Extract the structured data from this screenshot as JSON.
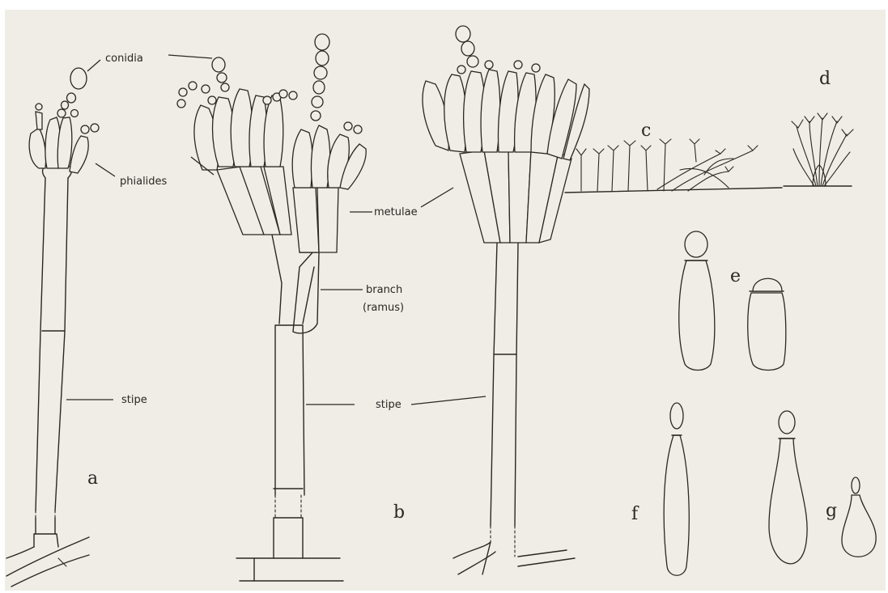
{
  "figure": {
    "labels": {
      "conidia": "conidia",
      "phialides": "phialides",
      "metulae": "metulae",
      "branch": "branch",
      "ramus": "(ramus)",
      "stipe_a": "stipe",
      "stipe_b": "stipe"
    },
    "panel_letters": {
      "a": "a",
      "b": "b",
      "c": "c",
      "d": "d",
      "e": "e",
      "f": "f",
      "g": "g"
    }
  },
  "colors": {
    "paper": "#efede6",
    "ink": "#2b2824",
    "border": "#ffffff"
  }
}
